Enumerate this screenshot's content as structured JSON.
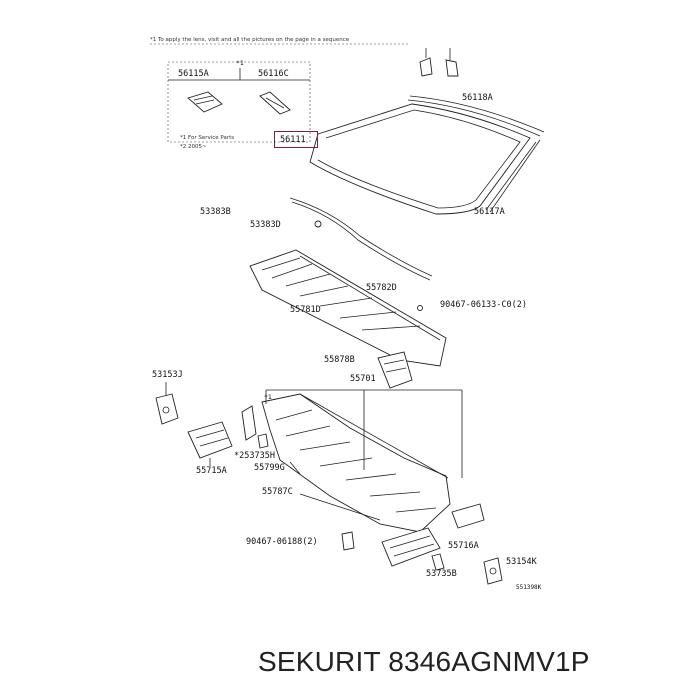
{
  "note_top": "*1 To apply the lens, visit and all the pictures on the page in a sequence",
  "inset": {
    "header": "*1",
    "parts": [
      "56115A",
      "56116C"
    ],
    "note_line1": "*1 For Service Parts",
    "note_line2": "*2 2005~"
  },
  "labels": {
    "p56111": "56111",
    "p56118A": "56118A",
    "p56117A": "56117A",
    "p53383B": "53383B",
    "p53383D": "53383D",
    "p55782D": "55782D",
    "p90467a": "90467-06133-C0(2)",
    "p55781D": "55781D",
    "p55878B": "55878B",
    "p53153J": "53153J",
    "p55701": "55701",
    "p53735H": "*253735H",
    "p55715A": "55715A",
    "p55799G": "55799G",
    "p55787C": "55787C",
    "p90467b": "90467-06188(2)",
    "p55716A": "55716A",
    "p53154K": "53154K",
    "p53735B": "53735B",
    "ref": "551398K",
    "mark1": "*1"
  },
  "caption": "SEKURIT 8346AGNMV1P",
  "colors": {
    "highlight": "#7a1f3d",
    "ink": "#222222"
  }
}
